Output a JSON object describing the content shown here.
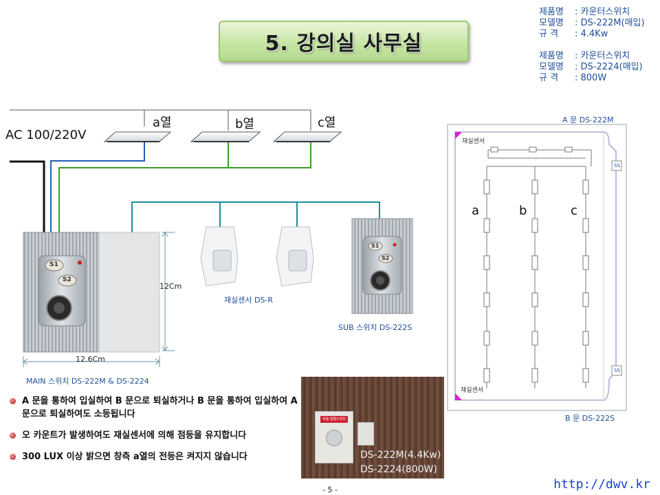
{
  "page": {
    "title": "5. 강의실 사무실",
    "page_number": "- 5 -",
    "url": "http://dwv.kr"
  },
  "specs": [
    {
      "rows": [
        {
          "key": "제품명",
          "value": ": 카운터스위치"
        },
        {
          "key": "모델명",
          "value": ": DS-222M(매입)"
        },
        {
          "key": "규  격",
          "value": ": 4.4Kw"
        }
      ]
    },
    {
      "rows": [
        {
          "key": "제품명",
          "value": ": 카운터스위치"
        },
        {
          "key": "모델명",
          "value": ": DS-2224(매입)"
        },
        {
          "key": "규  격",
          "value": ": 800W"
        }
      ]
    }
  ],
  "wiring": {
    "power_label": "AC 100/220V",
    "rows": [
      "a열",
      "b열",
      "c열"
    ],
    "dim_height": "12Cm",
    "dim_width": "12.6Cm",
    "main_switch_label": "MAIN 스위치   DS-222M  & DS-2224",
    "sensor_label": "재실센서  DS-R",
    "sub_switch_label": "SUB 스위치   DS-222S",
    "s1": "S1",
    "s2": "S2",
    "colors": {
      "black": "#111111",
      "blue": "#1f5fb0",
      "green": "#3a9a2a",
      "teal": "#1e8c9e"
    }
  },
  "floorplan": {
    "door_a": "A 문  DS-222M",
    "door_b": "B 문  DS-222S",
    "sensor_top": "재실센서",
    "sensor_bottom": "재실센서",
    "columns": [
      "a",
      "b",
      "c"
    ],
    "ss": "SS"
  },
  "bullets": [
    "A 문을 통하여 입실하여 B 문으로 퇴실하거나 B 문을 통하여 입실하여 A 문으로 퇴실하여도 소등됩니다",
    "오 카운트가 발생하여도 재실센서에 의해 점등을 유지합니다",
    "300 LUX 이상 밝으면 창측 a열의 전등은 켜지지 않습니다"
  ],
  "photo": {
    "caption_1": "DS-222M(4.4Kw)",
    "caption_2": "DS-2224(800W)",
    "plate_text": "자동 점멸스위치"
  }
}
